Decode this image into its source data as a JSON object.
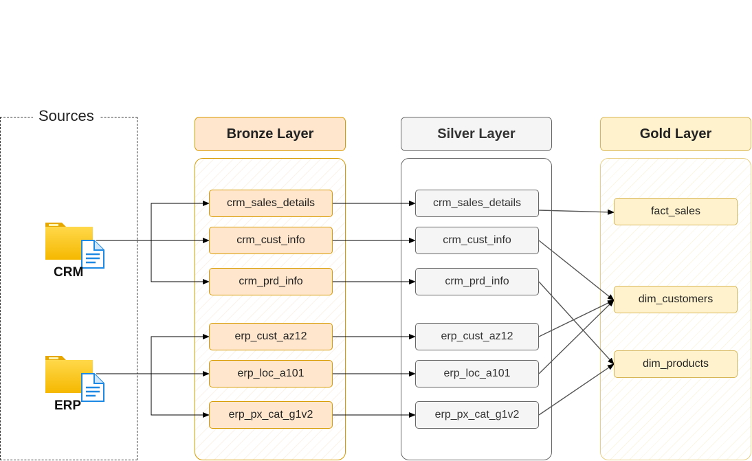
{
  "sources": {
    "title": "Sources",
    "crm_label": "CRM",
    "erp_label": "ERP"
  },
  "layers": {
    "bronze": {
      "title": "Bronze Layer",
      "color": "#ffe6cc",
      "border": "#d79b00"
    },
    "silver": {
      "title": "Silver Layer",
      "color": "#f5f5f5",
      "border": "#666666"
    },
    "gold": {
      "title": "Gold Layer",
      "color": "#fff2cc",
      "border": "#d6b656"
    }
  },
  "bronze_tables": [
    "crm_sales_details",
    "crm_cust_info",
    "crm_prd_info",
    "erp_cust_az12",
    "erp_loc_a101",
    "erp_px_cat_g1v2"
  ],
  "silver_tables": [
    "crm_sales_details",
    "crm_cust_info",
    "crm_prd_info",
    "erp_cust_az12",
    "erp_loc_a101",
    "erp_px_cat_g1v2"
  ],
  "gold_tables": [
    "fact_sales",
    "dim_customers",
    "dim_products"
  ],
  "icons": {
    "folder": "folder-icon",
    "document": "document-icon"
  }
}
